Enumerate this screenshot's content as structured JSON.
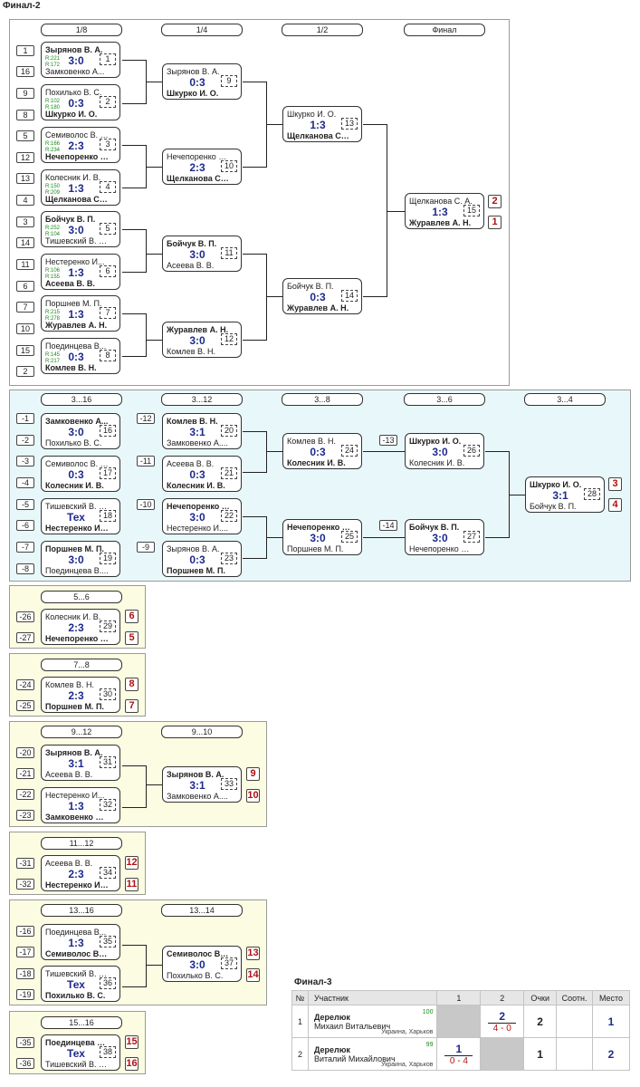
{
  "titles": {
    "final2": "Финал-2",
    "final3": "Финал-3"
  },
  "stages": {
    "s18": "1/8",
    "s14": "1/4",
    "s12": "1/2",
    "sfin": "Финал",
    "c316": "3...16",
    "c312": "3...12",
    "c38": "3...8",
    "c36": "3...6",
    "c34": "3...4",
    "y56": "5...6",
    "y78": "7...8",
    "y912": "9...12",
    "y910": "9...10",
    "y1112": "11...12",
    "y1316": "13...16",
    "y1314": "13...14",
    "y1516": "15...16"
  },
  "seeds": {
    "a1": "1",
    "a2": "16",
    "a3": "9",
    "a4": "8",
    "a5": "5",
    "a6": "12",
    "a7": "13",
    "a8": "4",
    "a9": "3",
    "a10": "14",
    "a11": "11",
    "a12": "6",
    "a13": "7",
    "a14": "10",
    "a15": "15",
    "a16": "2",
    "b1": "-1",
    "b2": "-2",
    "b3": "-3",
    "b4": "-4",
    "b5": "-5",
    "b6": "-6",
    "b7": "-7",
    "b8": "-8",
    "b9": "-12",
    "b10": "-11",
    "b11": "-10",
    "b12": "-9",
    "b13": "-13",
    "b14": "-14",
    "c1": "-26",
    "c2": "-27",
    "d1": "-24",
    "d2": "-25",
    "e1": "-20",
    "e2": "-21",
    "e3": "-22",
    "e4": "-23",
    "f1": "-31",
    "f2": "-32",
    "g1": "-16",
    "g2": "-17",
    "g3": "-18",
    "g4": "-19",
    "h1": "-35",
    "h2": "-36"
  },
  "matches": {
    "m1": {
      "p1": "Зырянов В. А.",
      "p2": "Замковенко А...",
      "score": "3:0",
      "num": "1",
      "r1": "R:221",
      "r2": "R:172"
    },
    "m2": {
      "p1": "Похилько В. С.",
      "p2": "Шкурко И. О.",
      "score": "0:3",
      "num": "2",
      "r1": "R:102",
      "r2": "R:180"
    },
    "m3": {
      "p1": "Семиволос В. М.",
      "p2": "Нечепоренко В...",
      "score": "2:3",
      "num": "3",
      "r1": "R:166",
      "r2": "R:234"
    },
    "m4": {
      "p1": "Колесник И. В.",
      "p2": "Щелканова С. А.",
      "score": "1:3",
      "num": "4",
      "r1": "R:150",
      "r2": "R:209"
    },
    "m5": {
      "p1": "Бойчук В. П.",
      "p2": "Тишевский В. ?...",
      "score": "3:0",
      "num": "5",
      "r1": "R:252",
      "r2": "R:104"
    },
    "m6": {
      "p1": "Нестеренко И...",
      "p2": "Асеева В. В.",
      "score": "1:3",
      "num": "6",
      "r1": "R:106",
      "r2": "R:155"
    },
    "m7": {
      "p1": "Поршнев М. П.",
      "p2": "Журавлев А. Н.",
      "score": "1:3",
      "num": "7",
      "r1": "R:215",
      "r2": "R:278"
    },
    "m8": {
      "p1": "Поединцева В...",
      "p2": "Комлев В. Н.",
      "score": "0:3",
      "num": "8",
      "r1": "R:145",
      "r2": "R:217"
    },
    "m9": {
      "p1": "Зырянов В. А.",
      "p2": "Шкурко И. О.",
      "score": "0:3",
      "num": "9"
    },
    "m10": {
      "p1": "Нечепоренко В...",
      "p2": "Щелканова С. А.",
      "score": "2:3",
      "num": "10"
    },
    "m11": {
      "p1": "Бойчук В. П.",
      "p2": "Асеева В. В.",
      "score": "3:0",
      "num": "11"
    },
    "m12": {
      "p1": "Журавлев А. Н.",
      "p2": "Комлев В. Н.",
      "score": "3:0",
      "num": "12"
    },
    "m13": {
      "p1": "Шкурко И. О.",
      "p2": "Щелканова С. А.",
      "score": "1:3",
      "num": "13"
    },
    "m14": {
      "p1": "Бойчук В. П.",
      "p2": "Журавлев А. Н.",
      "score": "0:3",
      "num": "14"
    },
    "m15": {
      "p1": "Щелканова С. А.",
      "p2": "Журавлев А. Н.",
      "score": "1:3",
      "num": "15",
      "pl1": "2",
      "pl2": "1"
    },
    "m16": {
      "p1": "Замковенко А...",
      "p2": "Похилько В. С.",
      "score": "3:0",
      "num": "16"
    },
    "m17": {
      "p1": "Семиволос В. М.",
      "p2": "Колесник И. В.",
      "score": "0:3",
      "num": "17"
    },
    "m18": {
      "p1": "Тишевский В. ?...",
      "p2": "Нестеренко И....",
      "score": "Тех",
      "num": "18"
    },
    "m19": {
      "p1": "Поршнев М. П.",
      "p2": "Поединцева В....",
      "score": "3:0",
      "num": "19"
    },
    "m20": {
      "p1": "Комлев В. Н.",
      "p2": "Замковенко А....",
      "score": "3:1",
      "num": "20"
    },
    "m21": {
      "p1": "Асеева В. В.",
      "p2": "Колесник И. В.",
      "score": "0:3",
      "num": "21"
    },
    "m22": {
      "p1": "Нечепоренко В...",
      "p2": "Нестеренко И....",
      "score": "3:0",
      "num": "22"
    },
    "m23": {
      "p1": "Зырянов В. А.",
      "p2": "Поршнев М. П.",
      "score": "0:3",
      "num": "23"
    },
    "m24": {
      "p1": "Комлев В. Н.",
      "p2": "Колесник И. В.",
      "score": "0:3",
      "num": "24"
    },
    "m25": {
      "p1": "Нечепоренко В...",
      "p2": "Поршнев М. П.",
      "score": "3:0",
      "num": "25"
    },
    "m26": {
      "p1": "Шкурко И. О.",
      "p2": "Колесник И. В.",
      "score": "3:0",
      "num": "26"
    },
    "m27": {
      "p1": "Бойчук В. П.",
      "p2": "Нечепоренко В...",
      "score": "3:0",
      "num": "27"
    },
    "m28": {
      "p1": "Шкурко И. О.",
      "p2": "Бойчук В. П.",
      "score": "3:1",
      "num": "28",
      "pl1": "3",
      "pl2": "4"
    },
    "m29": {
      "p1": "Колесник И. В.",
      "p2": "Нечепоренко В...",
      "score": "2:3",
      "num": "29",
      "pl1": "6",
      "pl2": "5"
    },
    "m30": {
      "p1": "Комлев В. Н.",
      "p2": "Поршнев М. П.",
      "score": "2:3",
      "num": "30",
      "pl1": "8",
      "pl2": "7"
    },
    "m31": {
      "p1": "Зырянов В. А.",
      "p2": "Асеева В. В.",
      "score": "3:1",
      "num": "31"
    },
    "m32": {
      "p1": "Нестеренко И...",
      "p2": "Замковенко А....",
      "score": "1:3",
      "num": "32"
    },
    "m33": {
      "p1": "Зырянов В. А.",
      "p2": "Замковенко А....",
      "score": "3:1",
      "num": "33",
      "pl1": "9",
      "pl2": "10"
    },
    "m34": {
      "p1": "Асеева В. В.",
      "p2": "Нестеренко И....",
      "score": "2:3",
      "num": "34",
      "pl1": "12",
      "pl2": "11"
    },
    "m35": {
      "p1": "Поединцева В...",
      "p2": "Семиволос В. М.",
      "score": "1:3",
      "num": "35"
    },
    "m36": {
      "p1": "Тишевский В. ?...",
      "p2": "Похилько В. С.",
      "score": "Тех",
      "num": "36"
    },
    "m37": {
      "p1": "Семиволос В. М.",
      "p2": "Похилько В. С.",
      "score": "3:0",
      "num": "37",
      "pl1": "13",
      "pl2": "14"
    },
    "m38": {
      "p1": "Поединцева В...",
      "p2": "Тишевский В. ?...",
      "score": "Тех",
      "num": "38",
      "pl1": "15",
      "pl2": "16"
    }
  },
  "final3": {
    "headers": [
      "№",
      "Участник",
      "1",
      "2",
      "Очки",
      "Соотн.",
      "Место"
    ],
    "rows": [
      {
        "num": "1",
        "name1": "Дерелюк",
        "name2": "Михаил Витальевич",
        "rating": "100",
        "loc": "Украина, Харьков",
        "res": "2",
        "sets": "4 - 0",
        "points": "2",
        "place": "1"
      },
      {
        "num": "2",
        "name1": "Дерелюк",
        "name2": "Виталий Михайлович",
        "rating": "99",
        "loc": "Украина, Харьков",
        "res": "1",
        "sets": "0 - 4",
        "points": "1",
        "place": "2"
      }
    ]
  }
}
